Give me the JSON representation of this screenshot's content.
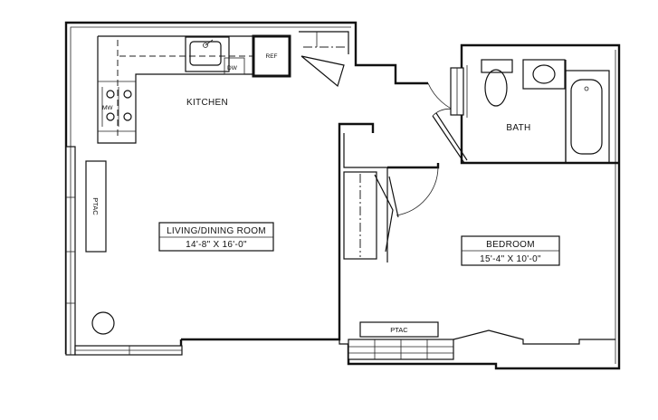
{
  "rooms": {
    "kitchen": {
      "label": "KITCHEN"
    },
    "bath": {
      "label": "BATH"
    },
    "living": {
      "label": "LIVING/DINING ROOM",
      "dims": "14'-8\" X 16'-0\""
    },
    "bedroom": {
      "label": "BEDROOM",
      "dims": "15'-4\" X 10'-0\""
    }
  },
  "fixtures": {
    "ref": "REF",
    "dw": "DW",
    "mw": "MW",
    "ptac_living": "PTAC",
    "ptac_bedroom": "PTAC"
  }
}
